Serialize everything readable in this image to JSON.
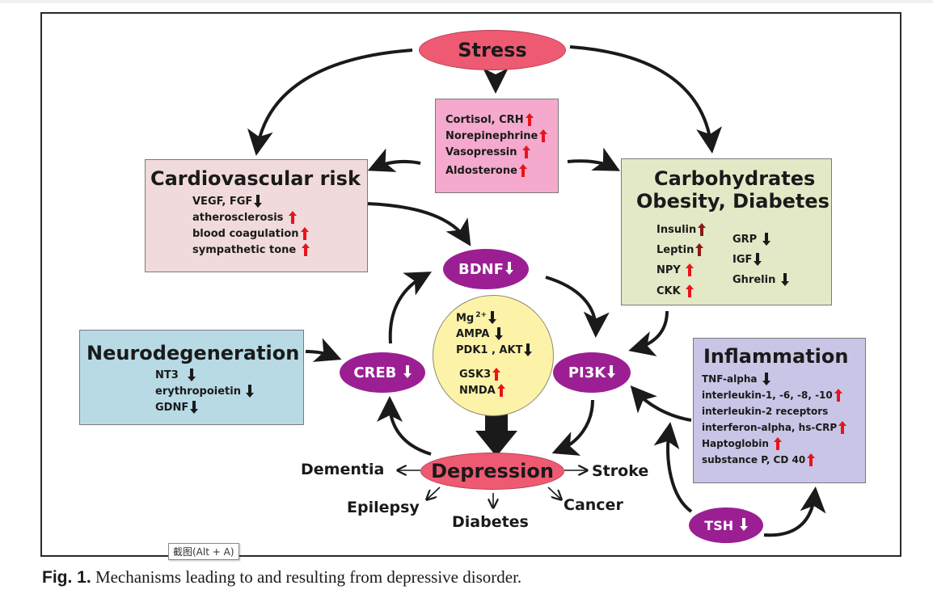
{
  "colors": {
    "stress_fill": "#ee5a72",
    "hormones_fill": "#f5a9cc",
    "cardio_fill": "#f1dadb",
    "carbs_fill": "#e3e8c6",
    "neuro_fill": "#b8dae5",
    "inflam_fill": "#c9c5e6",
    "center_fill": "#fdf3a8",
    "purple_node": "#9b1f93",
    "up_arrow": "#e8141b",
    "down_arrow": "#1a1a1a"
  },
  "stress": {
    "label": "Stress"
  },
  "hormones": {
    "items": [
      {
        "label": "Cortisol, CRH",
        "trend": "up"
      },
      {
        "label": "Norepinephrine",
        "trend": "up"
      },
      {
        "label": "Vasopressin",
        "trend": "up"
      },
      {
        "label": "Aldosterone",
        "trend": "up"
      }
    ]
  },
  "cardiovascular": {
    "title": "Cardiovascular risk",
    "items": [
      {
        "label": "VEGF, FGF",
        "trend": "down"
      },
      {
        "label": "atherosclerosis",
        "trend": "up"
      },
      {
        "label": "blood coagulation",
        "trend": "up"
      },
      {
        "label": "sympathetic tone",
        "trend": "up"
      }
    ]
  },
  "carbohydrates": {
    "title_line1": "Carbohydrates",
    "title_line2": "Obesity, Diabetes",
    "left_items": [
      {
        "label": "Insulin",
        "trend": "up"
      },
      {
        "label": "Leptin",
        "trend": "up"
      },
      {
        "label": "NPY",
        "trend": "up"
      },
      {
        "label": "CKK",
        "trend": "up"
      }
    ],
    "right_items": [
      {
        "label": "GRP",
        "trend": "down"
      },
      {
        "label": "IGF",
        "trend": "down"
      },
      {
        "label": "Ghrelin",
        "trend": "down"
      }
    ]
  },
  "neurodegeneration": {
    "title": "Neurodegeneration",
    "items": [
      {
        "label": "NT3",
        "trend": "down"
      },
      {
        "label": "erythropoietin",
        "trend": "down"
      },
      {
        "label": "GDNF",
        "trend": "down"
      }
    ]
  },
  "inflammation": {
    "title": "Inflammation",
    "items": [
      {
        "label": "TNF-alpha",
        "trend": "down"
      },
      {
        "label": "interleukin-1, -6, -8, -10",
        "trend": "up"
      },
      {
        "label": "interleukin-2 receptors",
        "trend": "none"
      },
      {
        "label": "interferon-alpha, hs-CRP",
        "trend": "up"
      },
      {
        "label": "Haptoglobin",
        "trend": "up"
      },
      {
        "label": "substance P, CD 40",
        "trend": "up"
      }
    ]
  },
  "nodes": {
    "bdnf": {
      "label": "BDNF",
      "trend": "down"
    },
    "creb": {
      "label": "CREB",
      "trend": "down"
    },
    "pi3k": {
      "label": "PI3K",
      "trend": "down"
    },
    "tsh": {
      "label": "TSH",
      "trend": "down"
    }
  },
  "center": {
    "mg": {
      "label": "Mg",
      "sup": "2+",
      "trend": "down"
    },
    "items": [
      {
        "label": "AMPA",
        "trend": "down"
      },
      {
        "label": "PDK1 , AKT",
        "trend": "down"
      },
      {
        "label": "GSK3",
        "trend": "up"
      },
      {
        "label": "NMDA",
        "trend": "up"
      }
    ]
  },
  "depression": {
    "label": "Depression",
    "outcomes": {
      "dementia": "Dementia",
      "stroke": "Stroke",
      "epilepsy": "Epilepsy",
      "diabetes": "Diabetes",
      "cancer": "Cancer"
    }
  },
  "arrows": {
    "up": "🠕",
    "down": "🠗"
  },
  "caption": {
    "label": "Fig. 1.",
    "text": " Mechanisms leading to and resulting from depressive disorder."
  },
  "tooltip": {
    "text": "截图(Alt + A)"
  }
}
